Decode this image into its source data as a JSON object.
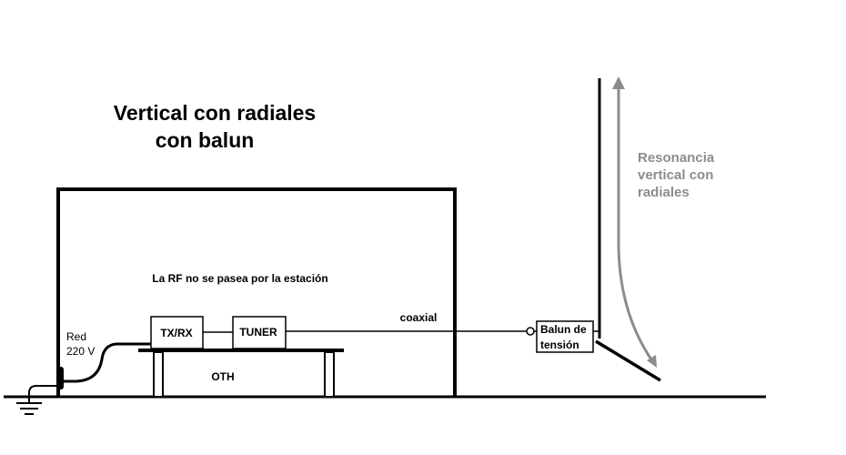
{
  "title": {
    "line1": "Vertical con radiales",
    "line2": "con balun"
  },
  "labels": {
    "rf_note": "La RF no se pasea por la estación",
    "txrx": "TX/RX",
    "tuner": "TUNER",
    "coax": "coaxial",
    "balun_line1": "Balun de",
    "balun_line2": "tensión",
    "mains_line1": "Red",
    "mains_line2": "220 V",
    "oth": "OTH",
    "resonance_line1": "Resonancia",
    "resonance_line2": "vertical con",
    "resonance_line3": "radiales"
  },
  "colors": {
    "line": "#000000",
    "resonance": "#8c8c8c"
  },
  "icons": {
    "ground": "ground-symbol-icon",
    "arrow": "double-arrow-icon"
  }
}
